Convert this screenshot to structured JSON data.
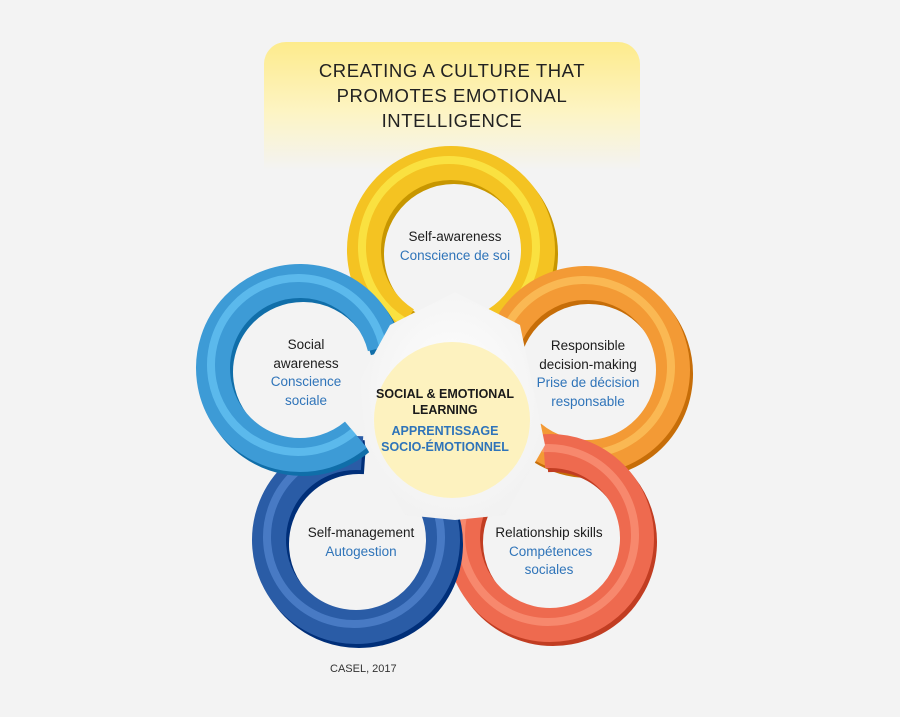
{
  "title": {
    "line1": "CREATING A CULTURE THAT",
    "line2": "PROMOTES EMOTIONAL INTELLIGENCE"
  },
  "center": {
    "en": "SOCIAL & EMOTIONAL\nLEARNING",
    "fr": "APPRENTISSAGE\nSOCIO-ÉMOTIONNEL"
  },
  "competencies": [
    {
      "en": "Self-awareness",
      "fr": "Conscience de soi",
      "color": "#f4c322"
    },
    {
      "en": "Responsible decision-making",
      "fr": "Prise de décision responsable",
      "color": "#f39a35"
    },
    {
      "en": "Relationship skills",
      "fr": "Compétences sociales",
      "color": "#ee6a4f"
    },
    {
      "en": "Self-management",
      "fr": "Autogestion",
      "color": "#2a5ca6"
    },
    {
      "en": "Social awareness",
      "fr": "Conscience sociale",
      "color": "#3d9bd6"
    }
  ],
  "colors": {
    "center_fill": "#fdf2bf",
    "english_text": "#1c1c1c",
    "french_text": "#2f74b9"
  },
  "credit": "CASEL, 2017"
}
